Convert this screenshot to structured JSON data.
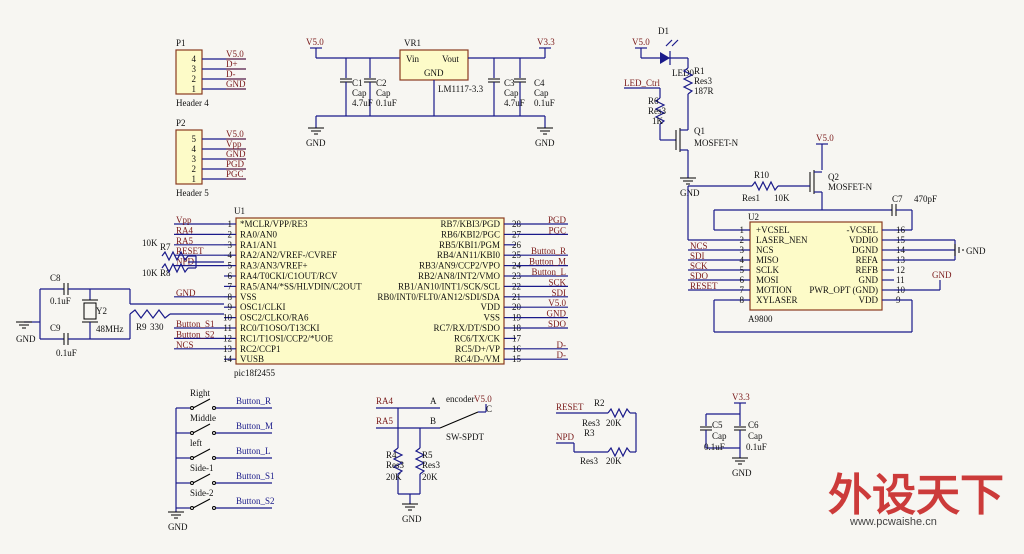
{
  "colors": {
    "wire": "#1a1a8a",
    "component_body": "#fdfbc8",
    "net_label": "#7a1a1a",
    "watermark": "#c41a1a"
  },
  "p1": {
    "ref": "P1",
    "name": "Header 4",
    "pins": [
      "4",
      "3",
      "2",
      "1"
    ],
    "nets": [
      "V5.0",
      "D+",
      "D-",
      "GND"
    ]
  },
  "p2": {
    "ref": "P2",
    "name": "Header 5",
    "pins": [
      "5",
      "4",
      "3",
      "2",
      "1"
    ],
    "nets": [
      "V5.0",
      "Vpp",
      "GND",
      "PGD",
      "PGC"
    ]
  },
  "reg": {
    "ref": "VR1",
    "name": "LM1117-3.3",
    "vin": "Vin",
    "vout": "Vout",
    "gnd": "GND",
    "in_net": "V5.0",
    "out_net": "V3.3",
    "gnd1": "GND",
    "gnd2": "GND",
    "c1": [
      "C1",
      "Cap",
      "4.7uF"
    ],
    "c2": [
      "C2",
      "Cap",
      "0.1uF"
    ],
    "c3": [
      "C3",
      "Cap",
      "4.7uF"
    ],
    "c4": [
      "C4",
      "Cap",
      "0.1uF"
    ]
  },
  "led": {
    "ref": "D1",
    "name": "LED0",
    "v5": "V5.0",
    "r1": [
      "R1",
      "Res3",
      "187R"
    ],
    "ctrl": "LED_Ctrl",
    "r6": [
      "R6",
      "Res3",
      "1K"
    ],
    "q1": [
      "Q1",
      "MOSFET-N"
    ],
    "gnd": "GND"
  },
  "q2": {
    "v5": "V5.0",
    "r10": [
      "R10",
      "Res1",
      "10K"
    ],
    "q": [
      "Q2",
      "MOSFET-N"
    ],
    "c7": [
      "C7",
      "470pF"
    ]
  },
  "u1": {
    "ref": "U1",
    "name": "pic18f2455",
    "left_pins": [
      "1",
      "2",
      "3",
      "4",
      "5",
      "6",
      "7",
      "8",
      "9",
      "10",
      "11",
      "12",
      "13",
      "14"
    ],
    "left_names": [
      "*MCLR/VPP/RE3",
      "RA0/AN0",
      "RA1/AN1",
      "RA2/AN2/VREF-/CVREF",
      "RA3/AN3/VREF+",
      "RA4/T0CKI/C1OUT/RCV",
      "RA5/AN4/*SS/HLVDIN/C2OUT",
      "VSS",
      "OSC1/CLKI",
      "OSC2/CLKO/RA6",
      "RC0/T1OSO/T13CKI",
      "RC1/T1OSI/CCP2/*UOE",
      "RC2/CCP1",
      "VUSB"
    ],
    "right_pins": [
      "28",
      "27",
      "26",
      "25",
      "24",
      "23",
      "22",
      "21",
      "20",
      "19",
      "18",
      "17",
      "16",
      "15"
    ],
    "right_names": [
      "RB7/KBI3/PGD",
      "RB6/KBI2/PGC",
      "RB5/KBI1/PGM",
      "RB4/AN11/KBI0",
      "RB3/AN9/CCP2/VPO",
      "RB2/AN8/INT2/VMO",
      "RB1/AN10/INT1/SCK/SCL",
      "RB0/INT0/FLT0/AN12/SDI/SDA",
      "VDD",
      "VSS",
      "RC7/RX/DT/SDO",
      "RC6/TX/CK",
      "RC5/D+/VP",
      "RC4/D-/VM"
    ],
    "left_nets": [
      "Vpp",
      "RA4",
      "RA5",
      "RESET",
      "NPD",
      "",
      "",
      "GND",
      "",
      "",
      "Button_S1",
      "Button_S2",
      "NCS",
      ""
    ],
    "right_nets": [
      "PGD",
      "PGC",
      "",
      "Button_R",
      "Button_M",
      "Button_L",
      "SCK",
      "SDI",
      "V5.0",
      "GND",
      "SDO",
      "",
      "D-",
      "D-"
    ],
    "r7": [
      "10K",
      "R7"
    ],
    "r8": [
      "10K",
      "R8"
    ],
    "r9": [
      "R9",
      "330"
    ],
    "c8": [
      "C8",
      "0.1uF"
    ],
    "c9": [
      "C9",
      "0.1uF"
    ],
    "y2": [
      "Y2",
      "48MHz"
    ],
    "gnd": "GND"
  },
  "u2": {
    "ref": "U2",
    "name": "A9800",
    "left_pins": [
      "1",
      "2",
      "3",
      "4",
      "5",
      "6",
      "7",
      "8"
    ],
    "left_names": [
      "+VCSEL",
      "LASER_NEN",
      "NCS",
      "MISO",
      "SCLK",
      "MOSI",
      "MOTION",
      "XYLASER"
    ],
    "right_pins": [
      "16",
      "15",
      "14",
      "13",
      "12",
      "11",
      "10",
      "9"
    ],
    "right_names": [
      "-VCSEL",
      "VDDIO",
      "DGND",
      "REFA",
      "REFB",
      "GND",
      "PWR_OPT (GND)",
      "VDD"
    ],
    "left_nets": [
      "",
      "",
      "NCS",
      "SDI",
      "SCK",
      "SDO",
      "RESET",
      ""
    ],
    "gnd_r": "GND",
    "gnd_b": "GND"
  },
  "switches": {
    "names": [
      "Right",
      "Middle",
      "left",
      "Side-1",
      "Side-2"
    ],
    "nets": [
      "Button_R",
      "Button_M",
      "Button_L",
      "Button_S1",
      "Button_S2"
    ],
    "gnd": "GND"
  },
  "encoder": {
    "ra4": "RA4",
    "ra5": "RA5",
    "a": "A",
    "b": "B",
    "c": "C",
    "label": "encoder",
    "v5": "V5.0",
    "sw": "SW-SPDT",
    "r4": [
      "R4",
      "Res3",
      "20K"
    ],
    "r5": [
      "R5",
      "Res3",
      "20K"
    ],
    "gnd": "GND"
  },
  "pullups": {
    "reset": "RESET",
    "npd": "NPD",
    "r2": [
      "R2",
      "Res3",
      "20K"
    ],
    "r3": [
      "R3",
      "Res3",
      "20K"
    ]
  },
  "decoup": {
    "v33": "V3.3",
    "c5": [
      "C5",
      "Cap",
      "0.1uF"
    ],
    "c6": [
      "C6",
      "Cap",
      "0.1uF"
    ],
    "gnd": "GND"
  },
  "watermark": {
    "cn": "外设天下",
    "url": "www.pcwaishe.cn"
  }
}
